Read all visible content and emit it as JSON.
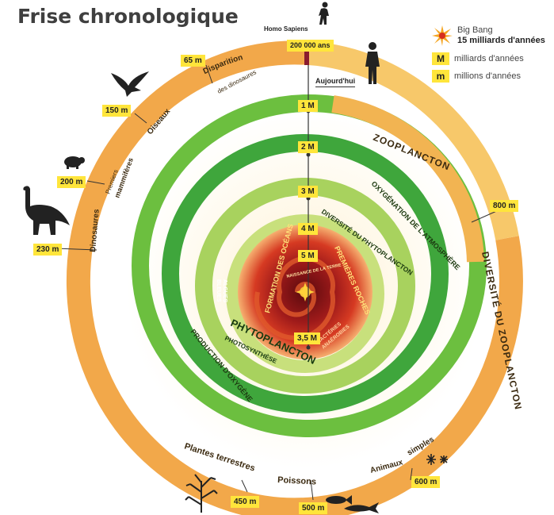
{
  "title": "Frise chronologique",
  "legend": {
    "big_bang_label": "Big Bang",
    "big_bang_value": "15 milliards d'années",
    "key_M": "M",
    "key_M_text": "milliards d'années",
    "key_m": "m",
    "key_m_text": "millions d'années"
  },
  "top": {
    "homo_sapiens": "Homo Sapiens",
    "homo_sapiens_age": "200 000 ans",
    "aujourdhui": "Aujourd'hui"
  },
  "outer_tags": {
    "m65": "65 m",
    "m150": "150 m",
    "m200": "200 m",
    "m230": "230 m",
    "m450": "450 m",
    "m500": "500 m",
    "m600": "600 m",
    "m800": "800 m"
  },
  "ring_tags": {
    "M1": "1 M",
    "M2": "2 M",
    "M3": "3 M",
    "M4": "4 M",
    "M5": "5 M",
    "M35": "3,5 M"
  },
  "outer_labels": {
    "disparition_1": "Disparition",
    "disparition_2": "des dinosaures",
    "oiseaux": "Oiseaux",
    "premiers_1": "Premiers",
    "premiers_2": "mammifères",
    "dinosaures": "Dinosaures",
    "plantes": "Plantes terrestres",
    "poissons": "Poissons",
    "animaux": "Animaux",
    "simples": "simples",
    "zooplancton": "ZOOPLANCTON",
    "diversite_zoo": "DIVERSITÉ DU ZOOPLANCTON"
  },
  "inner_labels": {
    "oxygenation": "OXYGÉNATION DE L'ATMOSPHÈRE",
    "production": "PRODUCTION D'OXYGÈNE",
    "diversite_phyto": "DIVERSITÉ DU PHYTOPLANCTON",
    "phytoplancton": "PHYTOPLANCTON",
    "photosynthese": "PHOTOSYNTHÈSE",
    "algues_1": "ALGUES",
    "algues_2": "BLEUES",
    "formation": "FORMATION DES OCÉANS",
    "premieres_roches": "PREMIÈRES ROCHES",
    "bacteries_1": "BACTÉRIES",
    "bacteries_2": "ANAÉROBIES",
    "naissance": "NAISSANCE DE LA TERRE"
  },
  "colors": {
    "orange": "#f0a13a",
    "green": "#5fb83a",
    "lightgreen": "#b6d96a",
    "red": "#b31f1d",
    "darkred": "#7a0f14",
    "yellow": "#ffe53b"
  },
  "icons": [
    "bird-icon",
    "small-mammal-icon",
    "dinosaur-icon",
    "human-icon",
    "fern-plant-icon",
    "fish-icon",
    "simple-animals-icon",
    "big-bang-star-icon"
  ]
}
